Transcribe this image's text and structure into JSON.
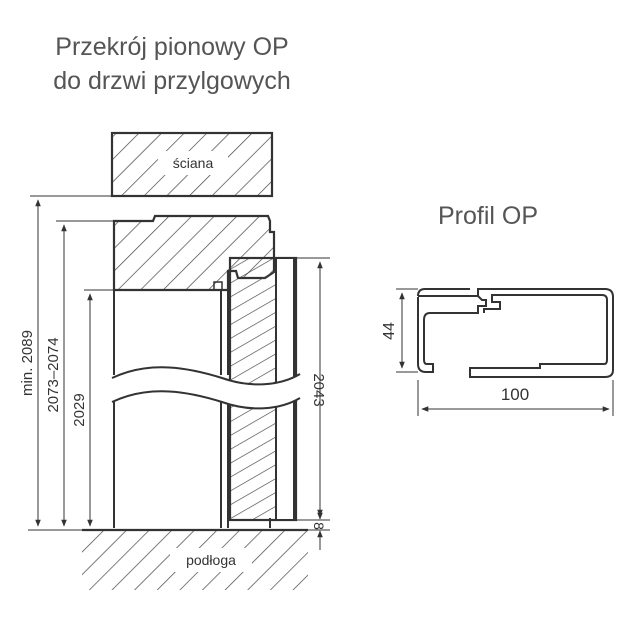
{
  "title": {
    "line1": "Przekrój pionowy OP",
    "line2": "do drzwi przylgowych"
  },
  "section": {
    "wall_label": "ściana",
    "floor_label": "podłoga",
    "dimensions": {
      "min_height": "min. 2089",
      "opening_range": "2073–2074",
      "inner_height": "2029",
      "door_height": "2043",
      "gap": "8"
    }
  },
  "profile": {
    "title": "Profil OP",
    "height_dim": "44",
    "width_dim": "100"
  },
  "colors": {
    "line": "#333333",
    "title": "#555555",
    "background": "#ffffff"
  }
}
